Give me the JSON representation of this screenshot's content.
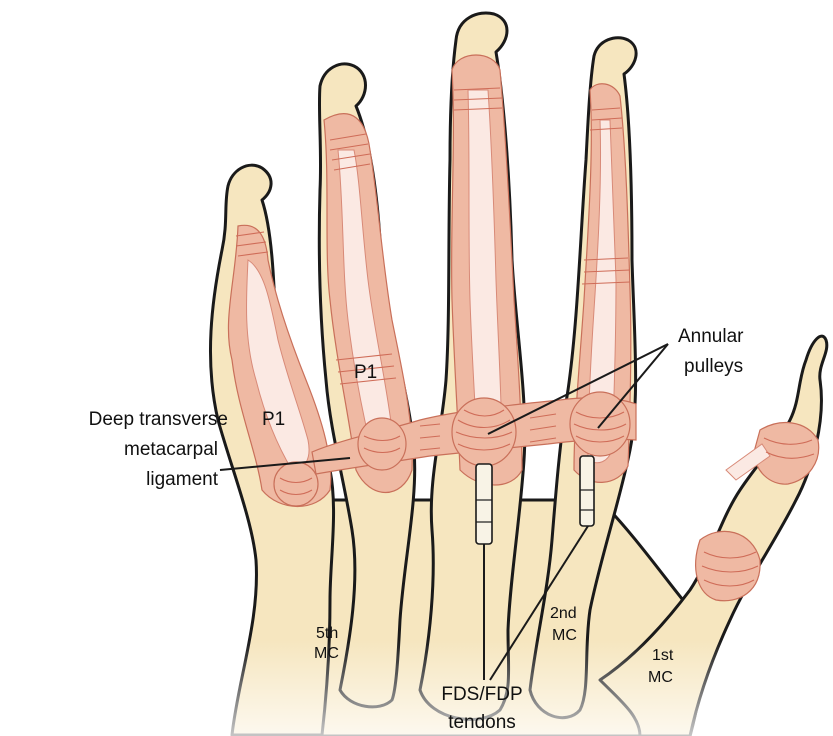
{
  "labels": {
    "p1_small": "P1",
    "p1_ring": "P1",
    "dtml_line1": "Deep transverse",
    "dtml_line2": "metacarpal",
    "dtml_line3": "ligament",
    "annular_line1": "Annular",
    "annular_line2": "pulleys",
    "mc5_line1": "5th",
    "mc5_line2": "MC",
    "mc2_line1": "2nd",
    "mc2_line2": "MC",
    "mc1_line1": "1st",
    "mc1_line2": "MC",
    "tendons_line1": "FDS/FDP",
    "tendons_line2": "tendons"
  },
  "colors": {
    "bone": "#f6e6bf",
    "outline": "#1a1a1a",
    "sheath": "#efb9a3",
    "tendon": "#fbe9e3",
    "fiber": "#cf6c58"
  }
}
